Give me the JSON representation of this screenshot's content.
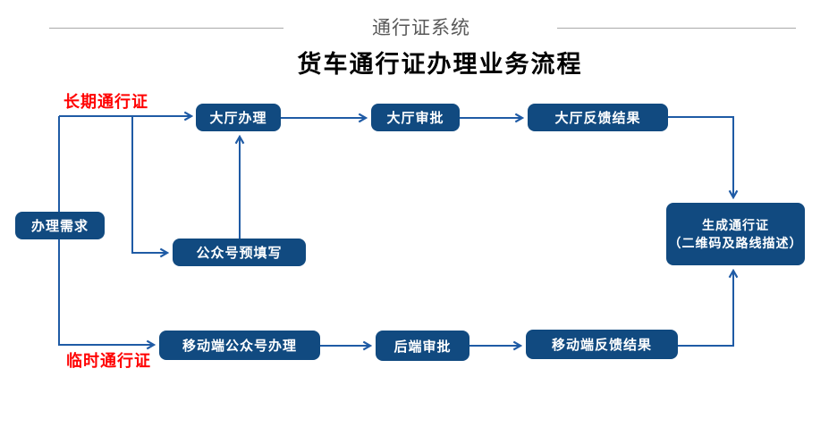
{
  "header": {
    "system_label": "通行证系统",
    "title": "货车通行证办理业务流程"
  },
  "branch_labels": {
    "long_term": "长期通行证",
    "temporary": "临时通行证"
  },
  "nodes": {
    "demand": {
      "label": "办理需求"
    },
    "hall_process": {
      "label": "大厅办理"
    },
    "hall_approve": {
      "label": "大厅审批"
    },
    "hall_feedback": {
      "label": "大厅反馈结果"
    },
    "prefill": {
      "label": "公众号预填写"
    },
    "mobile_process": {
      "label": "移动端公众号办理"
    },
    "backend_approve": {
      "label": "后端审批"
    },
    "mobile_feedback": {
      "label": "移动端反馈结果"
    },
    "generate": {
      "label": "生成通行证",
      "sublabel": "（二维码及路线描述）"
    }
  },
  "colors": {
    "node_fill": "#114A80",
    "connector": "#1F5BA5",
    "branch_label": "#FF0000",
    "system_text": "#595959",
    "title_text": "#000000",
    "divider": "#A9A9A9"
  }
}
